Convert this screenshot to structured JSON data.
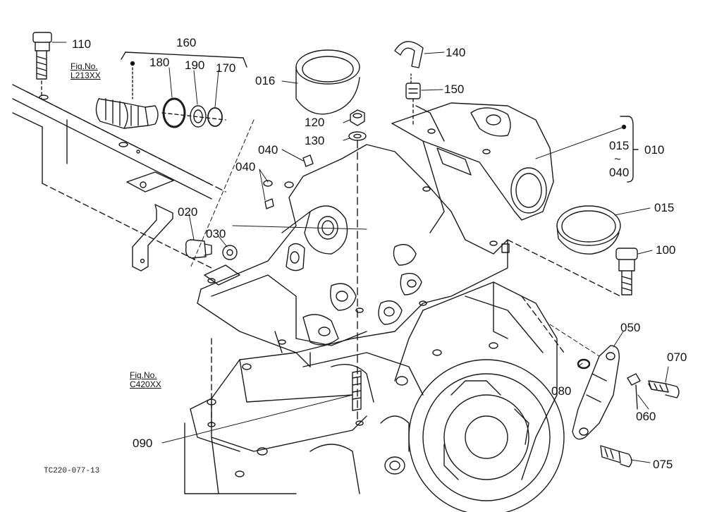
{
  "callouts": {
    "c110": "110",
    "c160": "160",
    "c180": "180",
    "c190": "190",
    "c170": "170",
    "c016": "016",
    "c140": "140",
    "c150": "150",
    "c120": "120",
    "c130": "130",
    "c040a": "040",
    "c040b": "040",
    "c020": "020",
    "c030": "030",
    "c010": "010",
    "c015a": "015",
    "c040c": "040",
    "c015b": "015",
    "c100": "100",
    "c050": "050",
    "c070": "070",
    "c080": "080",
    "c060": "060",
    "c075": "075",
    "c090": "090"
  },
  "refs": {
    "ref1_line1": "Fig.No.",
    "ref1_line2": "L213XX",
    "ref2_line1": "Fig.No.",
    "ref2_line2": "C420XX"
  },
  "range_mark": "~",
  "drawing_code": "TC220-077-13"
}
